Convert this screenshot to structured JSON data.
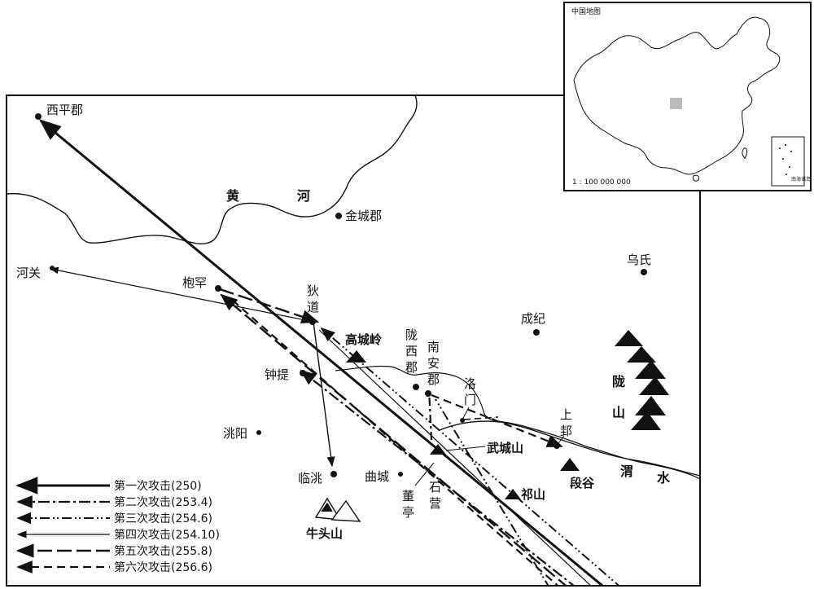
{
  "inset": {
    "title": "中国地图",
    "scale": "1 : 100 000 000",
    "south_sea_box": "南海诸岛"
  },
  "places": {
    "xiping": "西平郡",
    "jincheng": "金城郡",
    "heguan": "河关",
    "fuhan": "枹罕",
    "didao_1": "狄",
    "didao_2": "道",
    "wushi": "乌氏",
    "chengji": "成纪",
    "zhongti": "钟提",
    "taoyang": "洮阳",
    "lintao": "临洮",
    "qucheng": "曲城",
    "dongting_1": "董",
    "dongting_2": "亭",
    "shiying_1": "石",
    "shiying_2": "营",
    "longxi_1": "陇",
    "longxi_2": "西",
    "longxi_3": "郡",
    "nanan_1": "南",
    "nanan_2": "安",
    "nanan_3": "郡",
    "luomen_1": "洛",
    "luomen_2": "门",
    "shanggui_1": "上",
    "shanggui_2": "邽"
  },
  "features": {
    "huang": "黄",
    "he": "河",
    "gaochengling": "高城岭",
    "wuchengshan": "武城山",
    "duangu": "段谷",
    "qishan": "祁山",
    "wei": "渭",
    "shui": "水",
    "long": "陇",
    "shan": "山",
    "niutoushan": "牛头山"
  },
  "legend": [
    {
      "label": "第一次攻击(250)",
      "style": "solid-bold"
    },
    {
      "label": "第二次攻击(253.4)",
      "style": "dash-dot"
    },
    {
      "label": "第三次攻击(254.6)",
      "style": "dash-dot-dot"
    },
    {
      "label": "第四次攻击(254.10)",
      "style": "solid-thin"
    },
    {
      "label": "第五次攻击(255.8)",
      "style": "long-dash"
    },
    {
      "label": "第六次攻击(256.6)",
      "style": "dash"
    }
  ]
}
